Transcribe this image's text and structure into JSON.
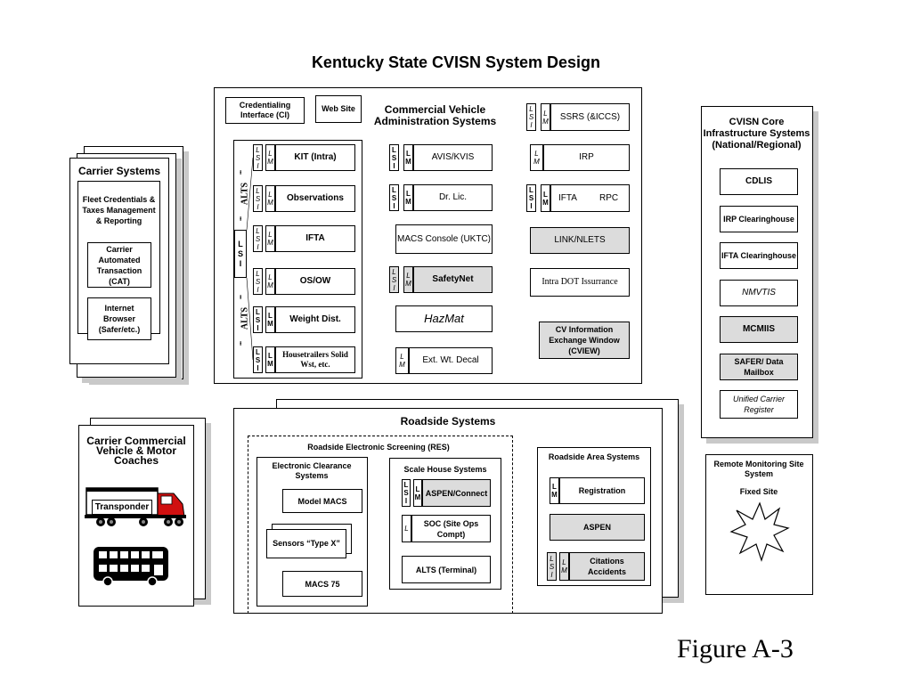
{
  "title": "Kentucky State CVISN System Design",
  "figure_label": "Figure A-3",
  "lsi": {
    "L": "L",
    "S": "S",
    "I": "I",
    "M": "M"
  },
  "carrier_systems": {
    "title": "Carrier Systems",
    "fleet": "Fleet Credentials & Taxes Management & Reporting",
    "cat": "Carrier Automated Transaction (CAT)",
    "browser": "Internet Browser (Safer/etc.)"
  },
  "cva": {
    "title": "Commercial Vehicle Administration Systems",
    "ci": "Credentialing Interface (CI)",
    "web": "Web Site",
    "alts": "ALTS",
    "col1": [
      "KIT (Intra)",
      "Observations",
      "IFTA",
      "OS/OW",
      "Weight Dist.",
      "Housetrailers Solid Wst, etc."
    ],
    "col2": [
      "AVIS/KVIS",
      "Dr. Lic.",
      "MACS Console (UKTC)",
      "SafetyNet",
      "HazMat",
      "Ext. Wt. Decal"
    ],
    "col3": [
      "SSRS (&ICCS)",
      "IRP",
      "IFTA",
      "RPC",
      "LINK/NLETS",
      "Intra DOT Issurrance",
      "CV Information Exchange Window (CVIEW)"
    ]
  },
  "cvisn_core": {
    "title": "CVISN Core Infrastructure Systems (National/Regional)",
    "items": [
      "CDLIS",
      "IRP Clearinghouse",
      "IFTA Clearinghouse",
      "NMVTIS",
      "MCMIIS",
      "SAFER/ Data Mailbox",
      "Unified Carrier Register"
    ]
  },
  "carrier_vehicle": {
    "title": "Carrier Commercial Vehicle & Motor Coaches",
    "transponder": "Transponder"
  },
  "roadside": {
    "title": "Roadside Systems",
    "res": "Roadside Electronic Screening (RES)",
    "ecs": "Electronic Clearance Systems",
    "model_macs": "Model MACS",
    "sensors": "Sensors “Type X”",
    "macs75": "MACS 75",
    "scale_house": "Scale House Systems",
    "aspen_connect": "ASPEN/Connect",
    "soc": "SOC (Site Ops Compt)",
    "alts_terminal": "ALTS (Terminal)",
    "area": "Roadside Area Systems",
    "registration": "Registration",
    "aspen": "ASPEN",
    "citations": "Citations Accidents"
  },
  "remote": {
    "title": "Remote Monitoring Site System",
    "fixed": "Fixed Site"
  },
  "colors": {
    "gray_fill": "#dcdcdc",
    "shadow": "#c9c9c9",
    "truck_red": "#d01010"
  }
}
